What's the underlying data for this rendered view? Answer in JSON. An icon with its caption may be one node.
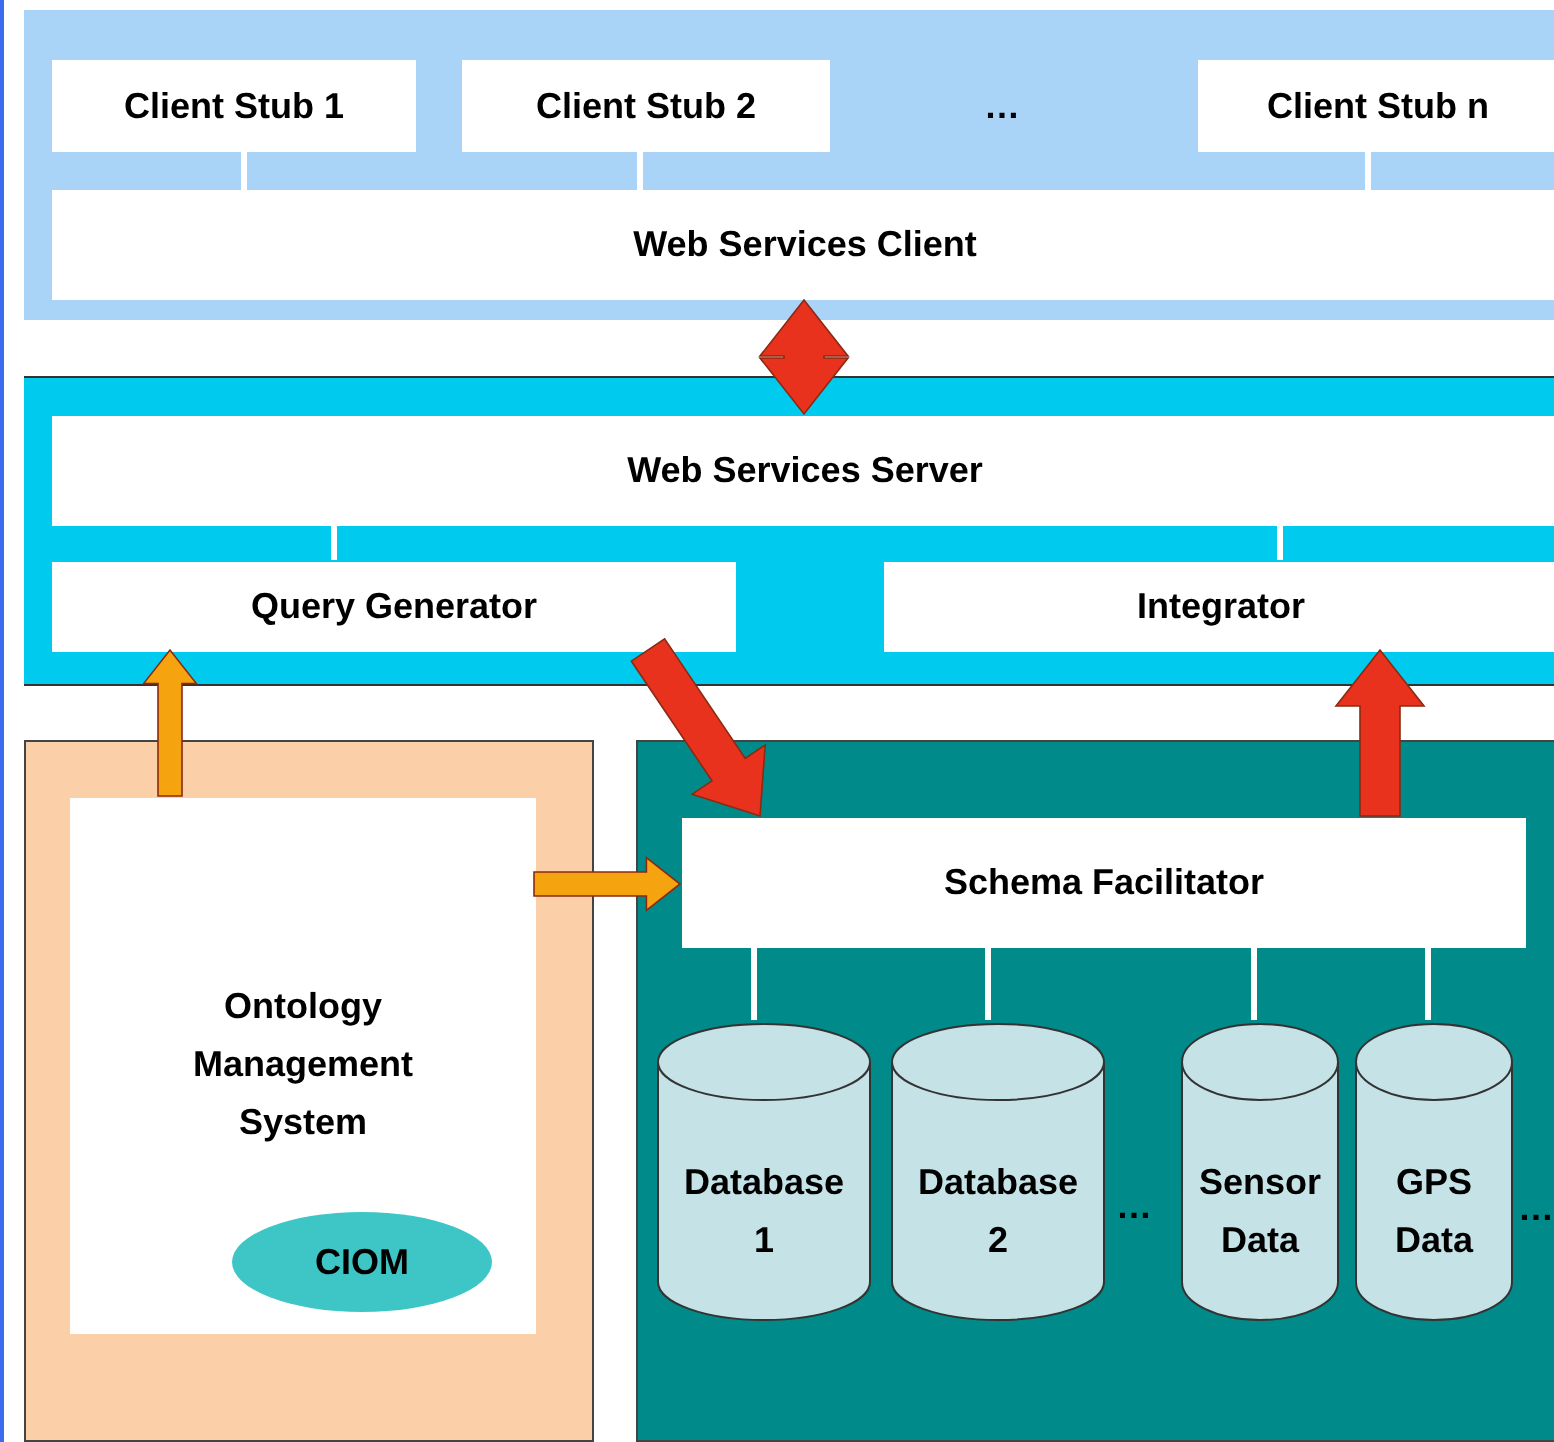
{
  "diagram": {
    "nodes": [
      {
        "text": [],
        "shape": "box"
      },
      {
        "text": [
          "Client Stub 1"
        ],
        "in": 0
      },
      {
        "text": [
          "Client Stub 2"
        ],
        "in": 0
      },
      {
        "text": [
          "Client Stub n"
        ],
        "in": 0
      },
      {
        "text": [
          "Web Services Client"
        ],
        "in": 0
      },
      {
        "text": [],
        "shape": "box"
      },
      {
        "text": [
          "Web Services Server"
        ],
        "in": 5
      },
      {
        "text": [
          "Query Generator"
        ],
        "in": 5
      },
      {
        "text": [
          "Integrator"
        ],
        "in": 5
      },
      {
        "text": [],
        "shape": "box"
      },
      {
        "text": [
          "Ontology Management System"
        ],
        "in": 9
      },
      {
        "text": [
          "CIOM"
        ],
        "in": 10
      },
      {
        "text": [],
        "shape": "box"
      },
      {
        "text": [
          "Schema Facilitator"
        ],
        "in": 12
      },
      {
        "text": [
          "Database 1"
        ],
        "in": 12
      },
      {
        "text": [
          "Database 2"
        ],
        "in": 12
      },
      {
        "text": [
          "Sensor Data"
        ],
        "in": 12
      },
      {
        "text": [
          "GPS Data"
        ],
        "in": 12,
        "beside": [
          "…"
        ]
      }
    ],
    "edges": [
      {
        "from": 1,
        "to": 4,
        "arrow": "none"
      },
      {
        "from": 2,
        "to": 4,
        "arrow": "none"
      },
      {
        "from": 3,
        "to": 4,
        "arrow": "none"
      },
      {
        "from": 4,
        "to": 6,
        "arrow": "both",
        "style": "thick",
        "color": "#e8321e"
      },
      {
        "from": 6,
        "to": 7,
        "arrow": "none"
      },
      {
        "from": 6,
        "to": 8,
        "arrow": "none"
      },
      {
        "from": 10,
        "to": 7,
        "arrow": "to",
        "style": "thick",
        "color": "#f5a30f"
      },
      {
        "from": 7,
        "to": 13,
        "arrow": "to",
        "style": "thick",
        "color": "#e8321e"
      },
      {
        "from": 10,
        "to": 13,
        "arrow": "to",
        "style": "thick",
        "color": "#f5a30f"
      },
      {
        "from": 13,
        "to": 8,
        "arrow": "to",
        "style": "thick",
        "color": "#e8321e"
      },
      {
        "from": 13,
        "to": 14,
        "arrow": "none"
      },
      {
        "from": 13,
        "to": 15,
        "arrow": "none"
      },
      {
        "from": 13,
        "to": 16,
        "arrow": "none"
      },
      {
        "from": 13,
        "to": 17,
        "arrow": "none"
      }
    ],
    "labels": [
      "…",
      "…"
    ]
  }
}
